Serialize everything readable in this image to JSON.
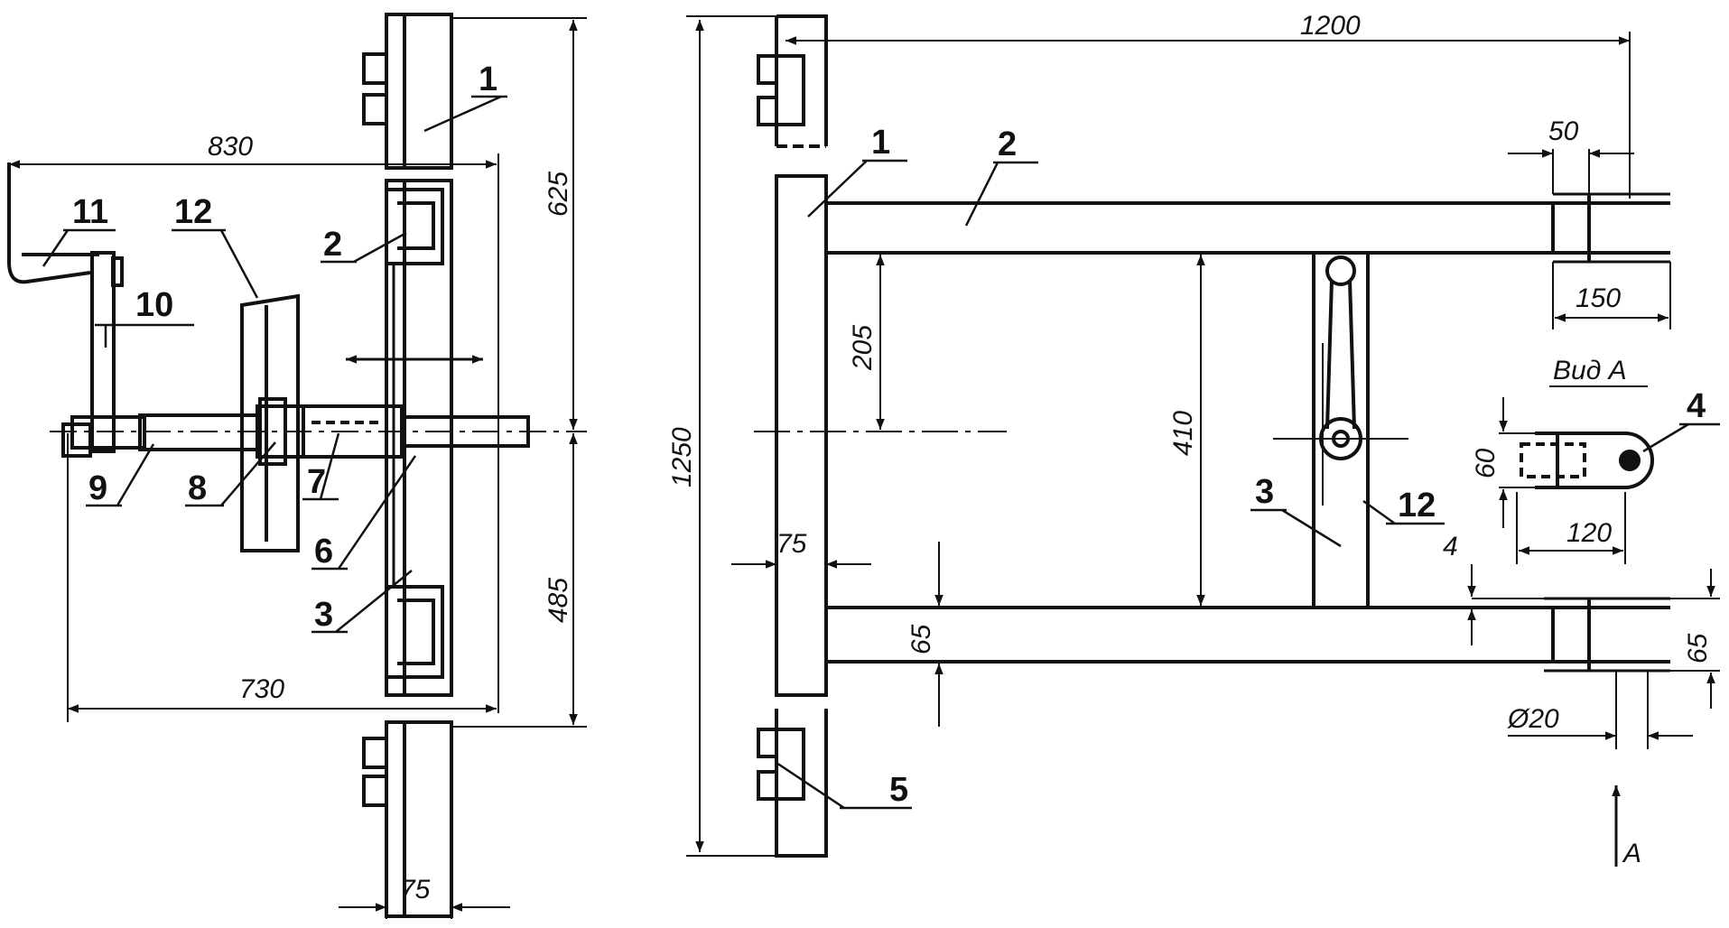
{
  "left_view": {
    "dims": {
      "d830": "830",
      "d625": "625",
      "d485": "485",
      "d730": "730",
      "d75": "75"
    },
    "labels": {
      "l1": "1",
      "l2": "2",
      "l3": "3",
      "l6": "6",
      "l7": "7",
      "l8": "8",
      "l9": "9",
      "l10": "10",
      "l11": "11",
      "l12": "12"
    }
  },
  "right_view": {
    "dims": {
      "d1200": "1200",
      "d1250": "1250",
      "d205": "205",
      "d410": "410",
      "d75": "75",
      "d65a": "65",
      "d50": "50",
      "d150": "150",
      "d60": "60",
      "d120": "120",
      "d4": "4",
      "d65b": "65",
      "d20": "Ø20"
    },
    "labels": {
      "l1": "1",
      "l2": "2",
      "l3": "3",
      "l4": "4",
      "l5": "5",
      "l12": "12"
    },
    "view_title": "Вид А",
    "view_arrow": "A"
  },
  "colors": {
    "ink": "#111111",
    "paper": "#ffffff"
  }
}
